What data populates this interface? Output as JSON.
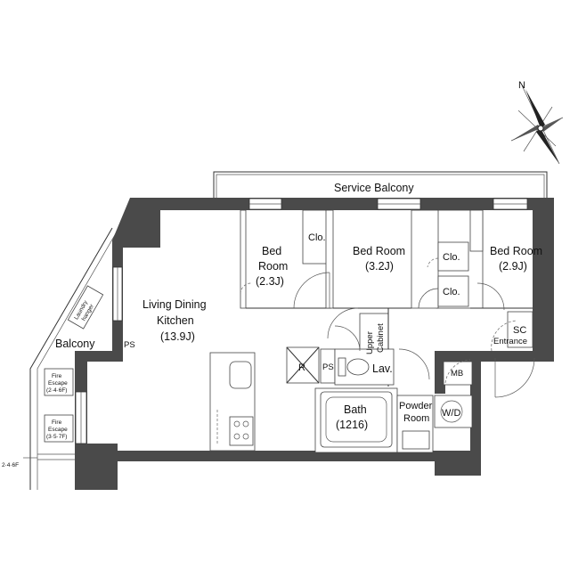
{
  "compass": {
    "north_label": "N"
  },
  "rooms": {
    "service_balcony": "Service Balcony",
    "bed1_line1": "Bed",
    "bed1_line2": "Room",
    "bed1_area": "(2.3J)",
    "bed2_name": "Bed Room",
    "bed2_area": "(3.2J)",
    "bed3_name": "Bed Room",
    "bed3_area": "(2.9J)",
    "ldk_line1": "Living Dining",
    "ldk_line2": "Kitchen",
    "ldk_area": "(13.9J)",
    "balcony": "Balcony",
    "bath_name": "Bath",
    "bath_size": "(1216)",
    "powder_line1": "Powder",
    "powder_line2": "Room",
    "entrance": "Entrance"
  },
  "fixtures": {
    "clo_1": "Clo.",
    "clo_2": "Clo.",
    "clo_3": "Clo.",
    "sc": "SC",
    "mb": "MB",
    "wd": "W/D",
    "lav": "Lav.",
    "r": "R",
    "ps_1": "PS",
    "ps_2": "PS",
    "upper_cabinet_1": "Upper",
    "upper_cabinet_2": "Cabinet",
    "laundry_1": "Laundry",
    "laundry_2": "hanger",
    "fire_escape_1a": "Fire",
    "fire_escape_1b": "Escape",
    "fire_escape_1c": "(2·4·6F)",
    "fire_escape_2a": "Fire",
    "fire_escape_2b": "Escape",
    "fire_escape_2c": "(3·5·7F)",
    "floor_note": "2·4·6F"
  },
  "icons": [
    "compass-rose-icon",
    "door-swing-icon",
    "stove-icon",
    "sink-icon",
    "toilet-icon",
    "bathtub-icon",
    "window-icon"
  ],
  "colors": {
    "wall": "#4a4a4a",
    "line": "#333333",
    "background": "#ffffff"
  }
}
